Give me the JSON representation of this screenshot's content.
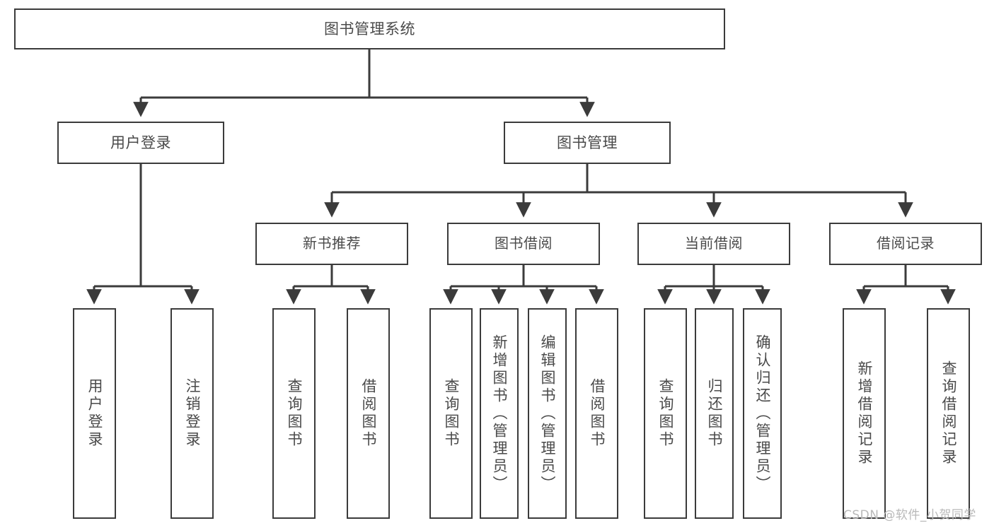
{
  "diagram": {
    "title": "图书管理系统",
    "type": "hierarchy-tree",
    "watermark": "CSDN @软件_小贺同学",
    "colors": {
      "background": "#ffffff",
      "box_border": "#3b3b3b",
      "box_fill": "#ffffff",
      "text": "#4a4a4a",
      "edge": "#3b3b3b",
      "watermark": "#b9b9b9"
    },
    "levels": {
      "root": {
        "label": "图书管理系统"
      },
      "level2": [
        {
          "id": "user-login",
          "label": "用户登录"
        },
        {
          "id": "book-manage",
          "label": "图书管理"
        }
      ],
      "level3": [
        {
          "id": "new-book-recommend",
          "label": "新书推荐",
          "parent": "book-manage"
        },
        {
          "id": "book-borrow",
          "label": "图书借阅",
          "parent": "book-manage"
        },
        {
          "id": "current-borrow",
          "label": "当前借阅",
          "parent": "book-manage"
        },
        {
          "id": "borrow-record",
          "label": "借阅记录",
          "parent": "book-manage"
        }
      ],
      "leaves": [
        {
          "id": "leaf-user-login",
          "label": "用户登录",
          "parent": "user-login"
        },
        {
          "id": "leaf-user-logout",
          "label": "注销登录",
          "parent": "user-login"
        },
        {
          "id": "leaf-query-book-1",
          "label": "查询图书",
          "parent": "new-book-recommend"
        },
        {
          "id": "leaf-borrow-book-1",
          "label": "借阅图书",
          "parent": "new-book-recommend"
        },
        {
          "id": "leaf-query-book-2",
          "label": "查询图书",
          "parent": "book-borrow"
        },
        {
          "id": "leaf-add-book",
          "label": "新增图书（管理员）",
          "parent": "book-borrow"
        },
        {
          "id": "leaf-edit-book",
          "label": "编辑图书（管理员）",
          "parent": "book-borrow"
        },
        {
          "id": "leaf-borrow-book-2",
          "label": "借阅图书",
          "parent": "book-borrow"
        },
        {
          "id": "leaf-query-book-3",
          "label": "查询图书",
          "parent": "current-borrow"
        },
        {
          "id": "leaf-return-book",
          "label": "归还图书",
          "parent": "current-borrow"
        },
        {
          "id": "leaf-confirm-return",
          "label": "确认归还（管理员）",
          "parent": "current-borrow"
        },
        {
          "id": "leaf-add-record",
          "label": "新增借阅记录",
          "parent": "borrow-record"
        },
        {
          "id": "leaf-query-record",
          "label": "查询借阅记录",
          "parent": "borrow-record"
        }
      ]
    }
  }
}
